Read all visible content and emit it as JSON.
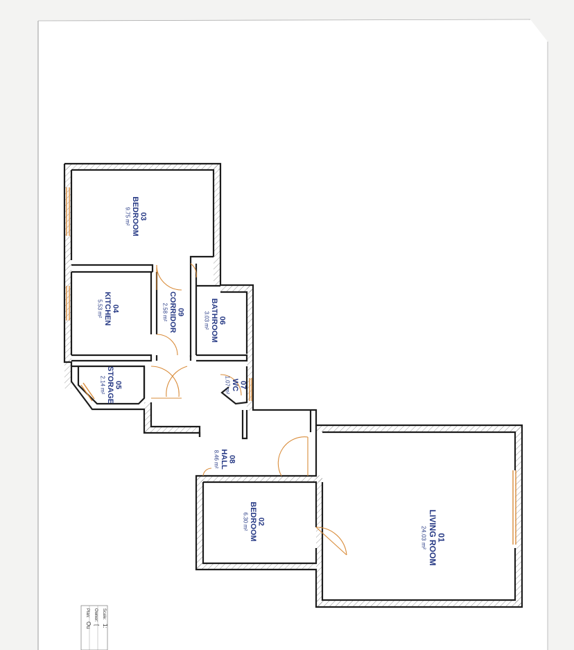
{
  "rooms": [
    {
      "id": "r01",
      "number": "01",
      "name": "LIVING ROOM",
      "area": "24.03 m²"
    },
    {
      "id": "r02",
      "number": "02",
      "name": "BEDROOM",
      "area": "6.30 m²"
    },
    {
      "id": "r03",
      "number": "03",
      "name": "BEDROOM",
      "area": "9.75 m²"
    },
    {
      "id": "r04",
      "number": "04",
      "name": "KITCHEN",
      "area": "5.53 m²"
    },
    {
      "id": "r05",
      "number": "05",
      "name": "STORAGE",
      "area": "2.14 m²"
    },
    {
      "id": "r06",
      "number": "06",
      "name": "BATHROOM",
      "area": "3.03 m²"
    },
    {
      "id": "r07",
      "number": "07",
      "name": "WC",
      "area": "1.07 m²"
    },
    {
      "id": "r08",
      "number": "08",
      "name": "HALL",
      "area": "8.46 m²"
    },
    {
      "id": "r09",
      "number": "09",
      "name": "CORRIDOR",
      "area": "2.58 m²"
    }
  ],
  "title_block": {
    "plan_label": "Plan:",
    "owner_label": "Owner:",
    "scale_label": "Scale:",
    "plan_value": "Ou",
    "owner_value": "[",
    "scale_value": "1:"
  },
  "colors": {
    "wall": "#1c1c1c",
    "label": "#273a85",
    "opening": "#d98c3a"
  }
}
